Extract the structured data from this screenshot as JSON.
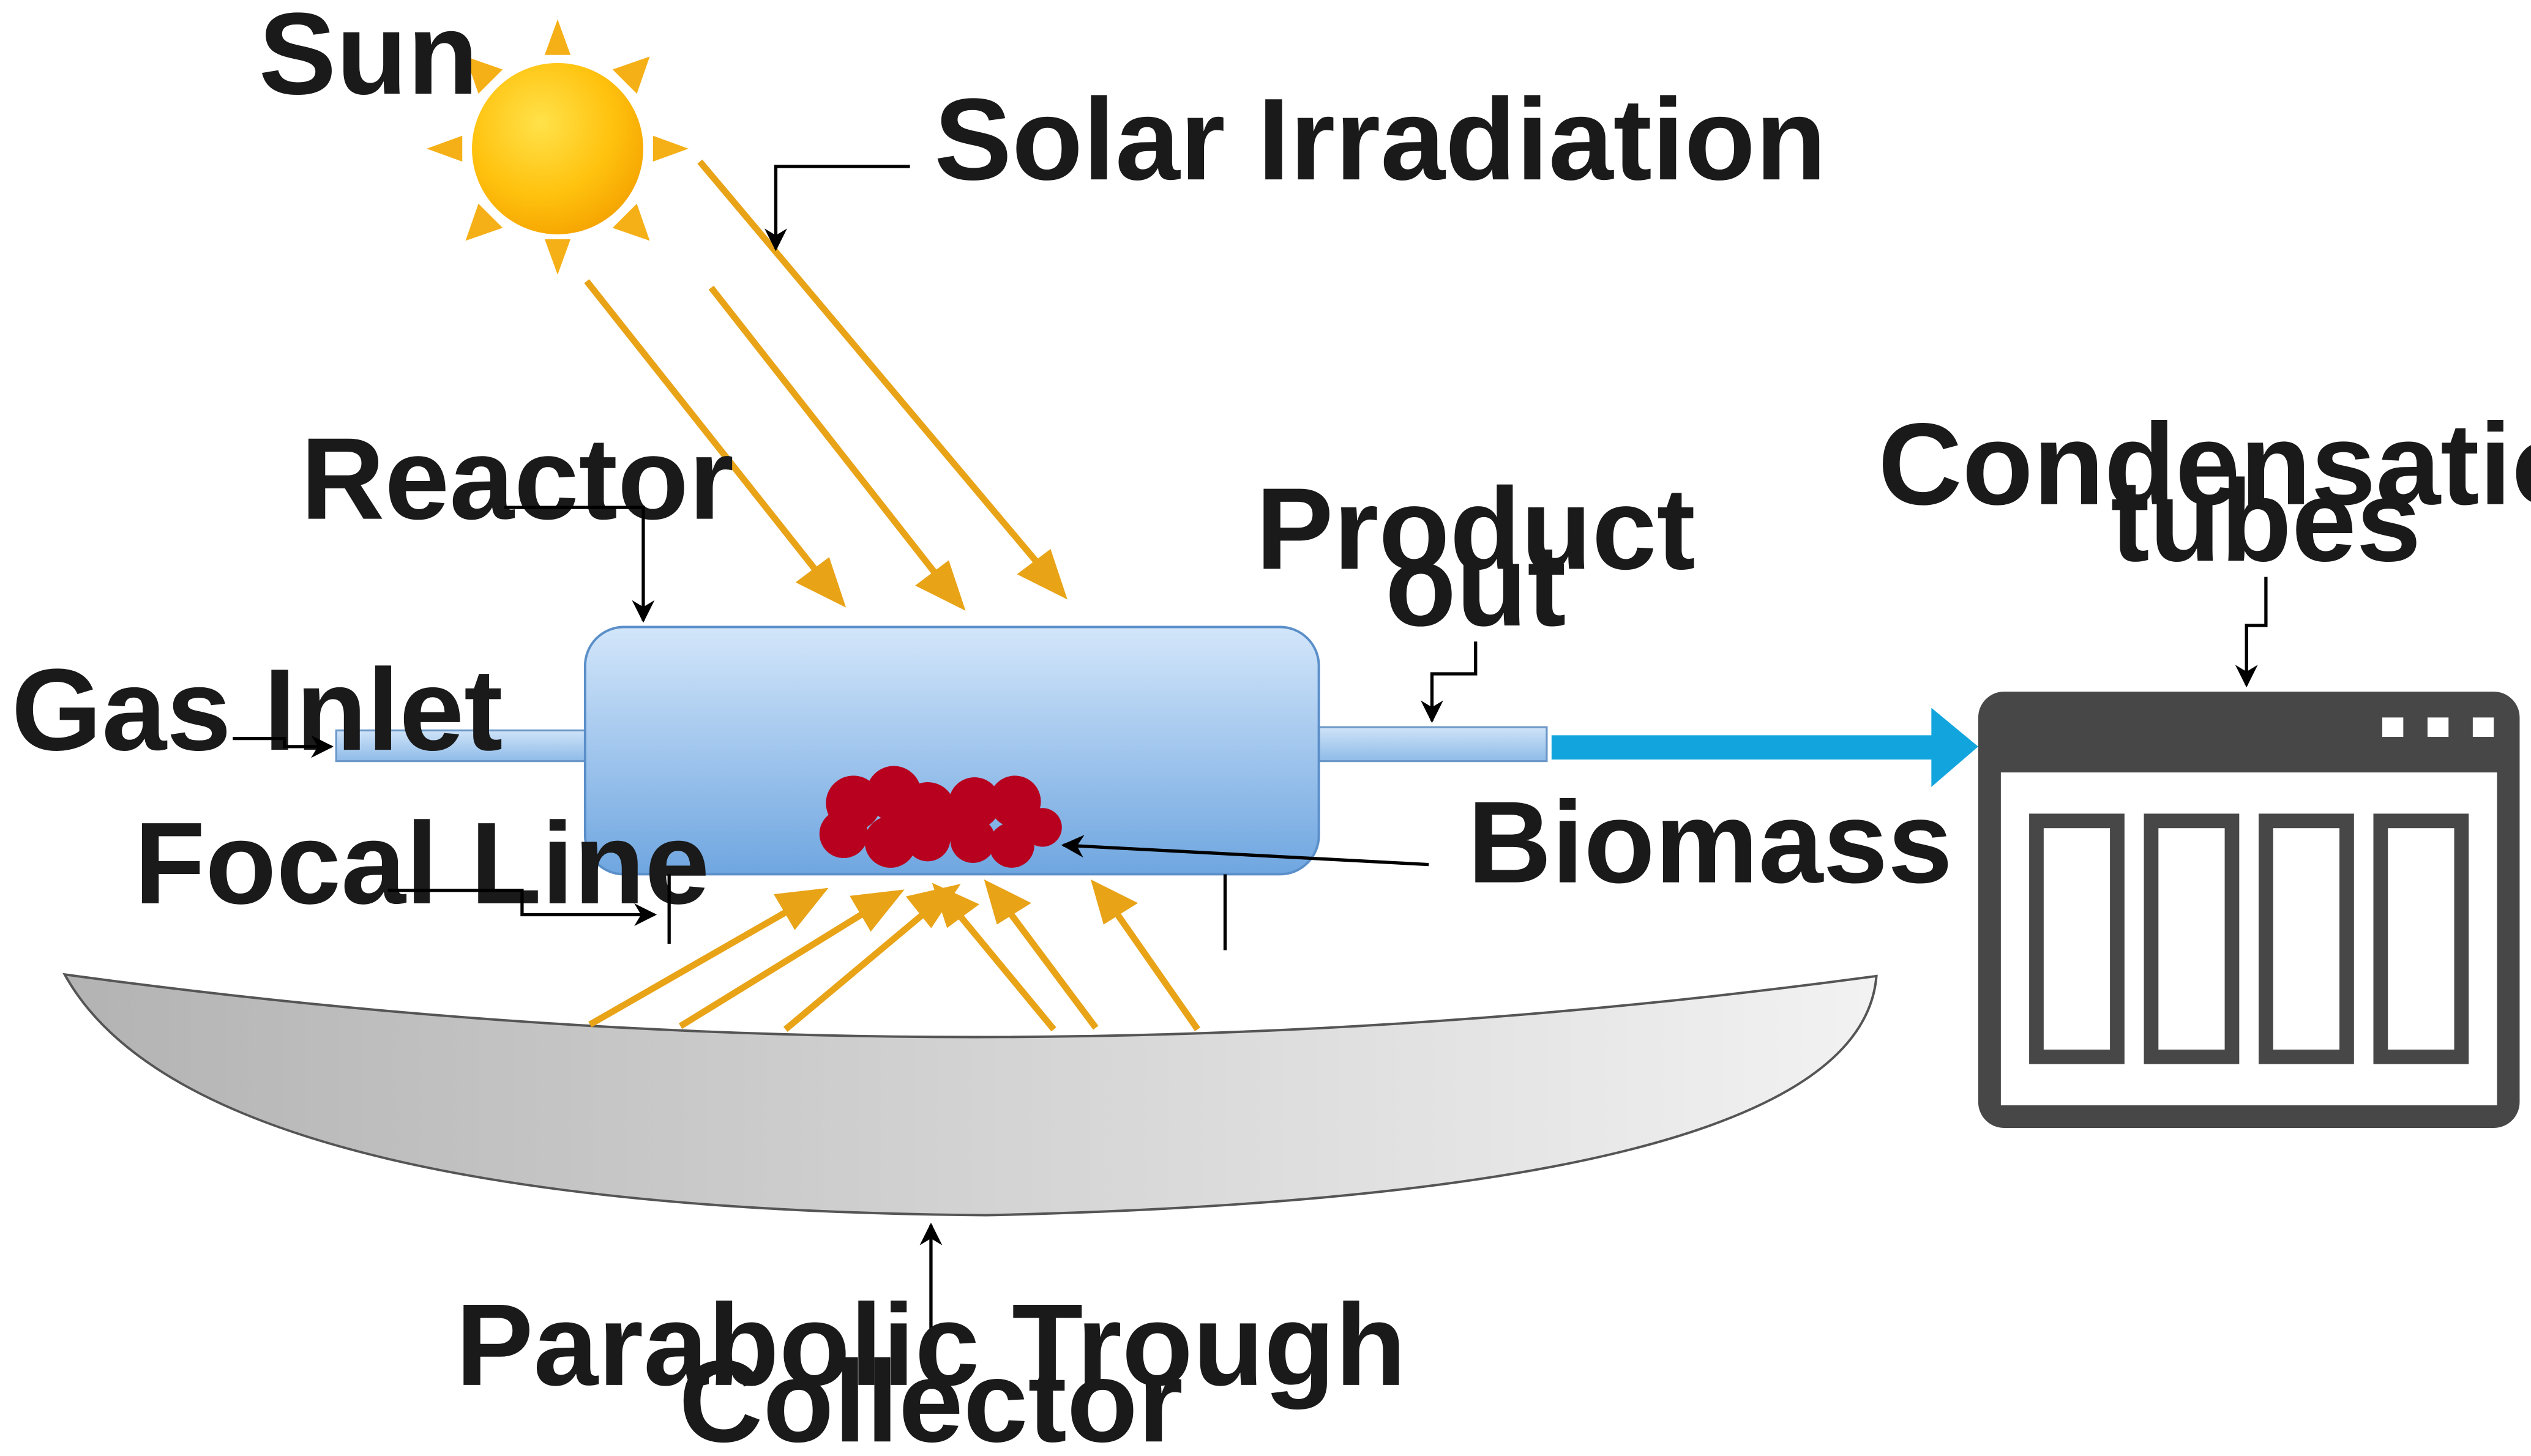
{
  "labels": {
    "sun": "Sun",
    "solar_irradiation": "Solar Irradiation",
    "reactor": "Reactor",
    "product_out_line1": "Product",
    "product_out_line2": "out",
    "condensation_line1": "Condensation",
    "condensation_line2": "tubes",
    "gas_inlet": "Gas Inlet",
    "focal_line": "Focal Line",
    "biomass": "Biomass",
    "collector_line1": "Parabolic Trough",
    "collector_line2": "Collector"
  },
  "colors": {
    "sun_fill": "#FFB800",
    "ray": "#E8A317",
    "reactor": "#7FB2E8",
    "biomass": "#B8001F",
    "flow_arrow": "#12A5DD",
    "condenser": "#474747",
    "trough": "#CCCCCC"
  }
}
